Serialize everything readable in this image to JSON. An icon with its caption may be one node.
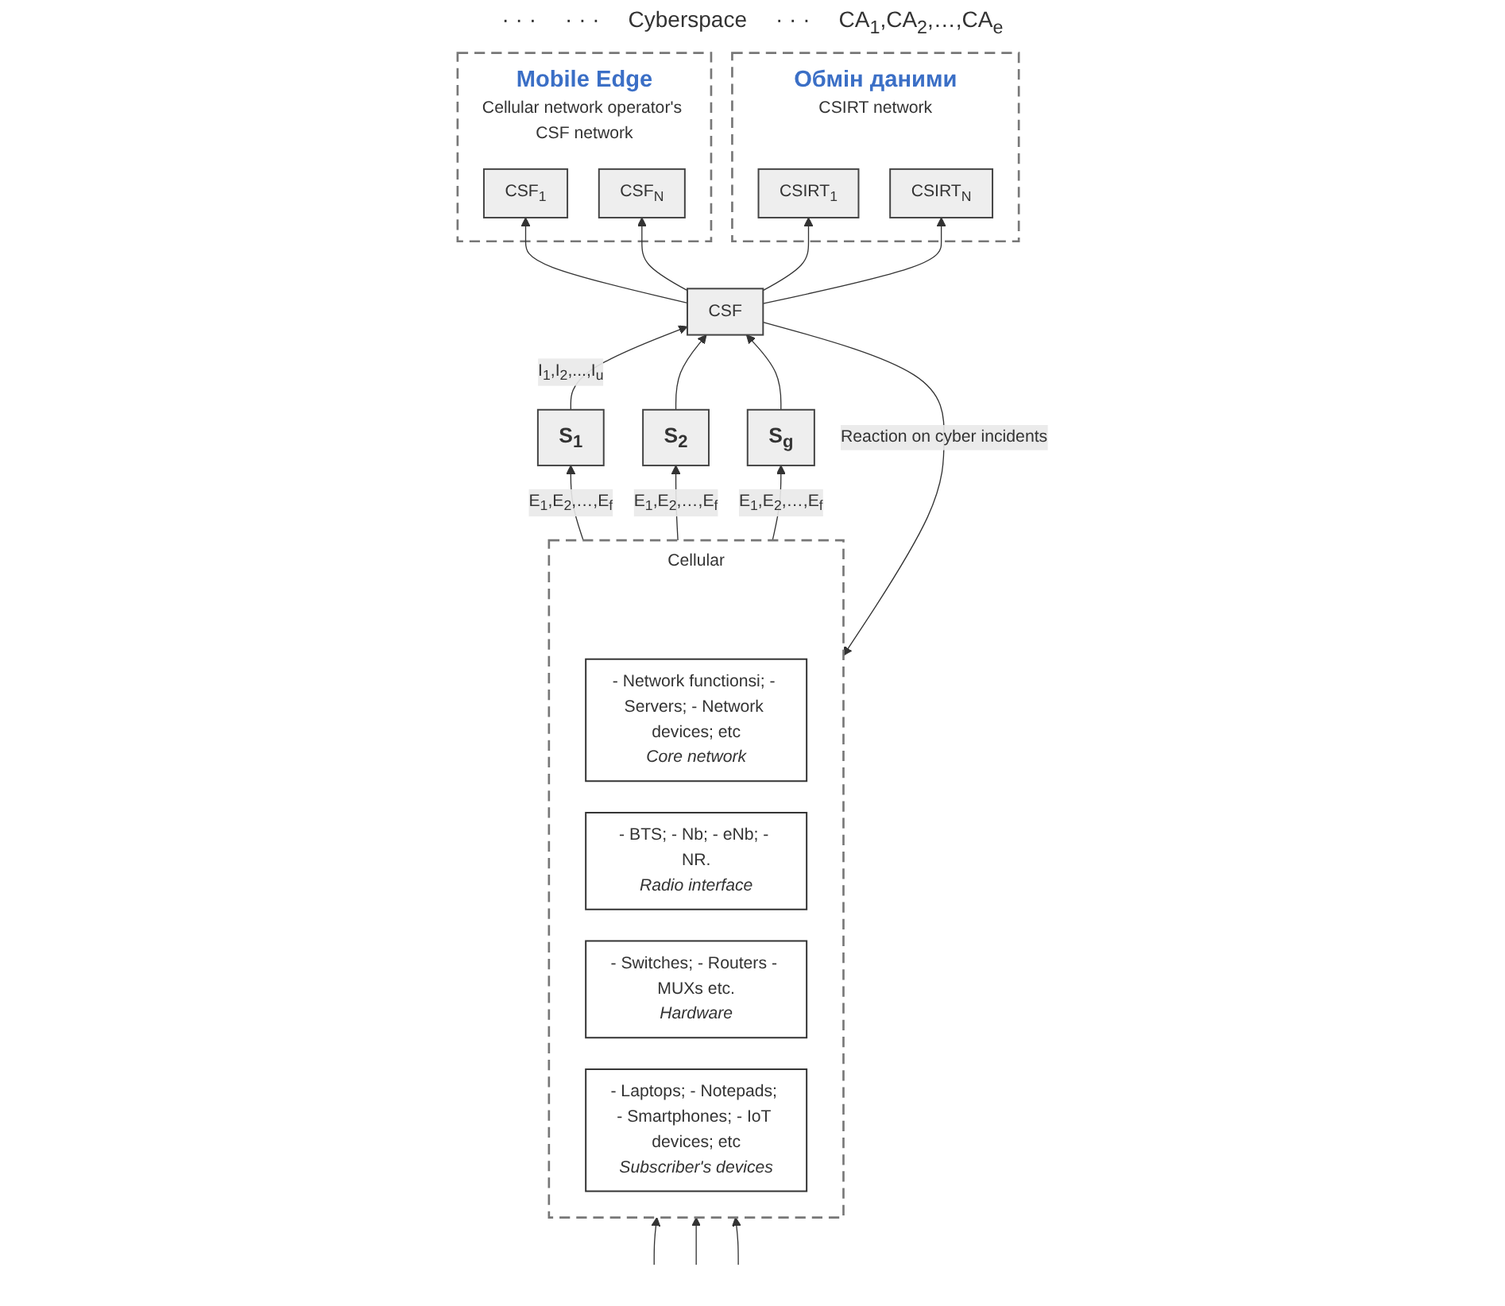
{
  "diagram": {
    "nodes": [
      {
        "text": [
          "Обмін даними",
          "CSIRT network"
        ]
      },
      {
        "text": [
          "CSIRT$_{1}$"
        ],
        "in": 0
      },
      {
        "text": [
          "CSIRT$_{N}$"
        ],
        "in": 0
      },
      {
        "text": [
          "Mobile Edge",
          "Cellular network operator's CSF network"
        ]
      },
      {
        "text": [
          "CSF$_{1}$"
        ],
        "in": 3
      },
      {
        "text": [
          "CSF$_{N}$"
        ],
        "in": 3
      },
      {
        "text": [
          "CSF"
        ]
      },
      {
        "text": [
          "S$_{1}$"
        ]
      },
      {
        "text": [
          "S$_{2}$"
        ]
      },
      {
        "text": [
          "S$_{g}$"
        ]
      },
      {
        "text": [
          "Cellular"
        ]
      },
      {
        "text": [
          "- Network functionsi; - Servers; - Network devices; etc",
          "Core network"
        ],
        "in": 10
      },
      {
        "text": [
          "- BTS; - Nb; - eNb; - NR.",
          "Radio interface"
        ],
        "in": 10
      },
      {
        "text": [
          "- Switches; - Routers - MUXs etc.",
          "Hardware"
        ],
        "in": 10
      },
      {
        "text": [
          "- Laptops; - Notepads; - Smartphones; - IoT devices; etc",
          "Subscriber's devices"
        ],
        "in": 10
      }
    ],
    "edges": [
      {
        "from": 6,
        "to": 1,
        "arrow": "to"
      },
      {
        "from": 6,
        "to": 2,
        "arrow": "to"
      },
      {
        "from": 6,
        "to": 4,
        "arrow": "to"
      },
      {
        "from": 6,
        "to": 5,
        "arrow": "to"
      },
      {
        "from": 7,
        "to": 6,
        "arrow": "to",
        "label": "I$_{1}$,I$_{2}$,...,I$_{u}$"
      },
      {
        "from": 8,
        "to": 6,
        "arrow": "to"
      },
      {
        "from": 9,
        "to": 6,
        "arrow": "to"
      },
      {
        "from": 10,
        "to": 7,
        "arrow": "to",
        "label": "E$_{1}$,E$_{2}$,…,E$_{f}$"
      },
      {
        "from": 10,
        "to": 8,
        "arrow": "to",
        "label": "E$_{1}$,E$_{2}$,…,E$_{f}$"
      },
      {
        "from": 10,
        "to": 9,
        "arrow": "to",
        "label": "E$_{1}$,E$_{2}$,…,E$_{f}$"
      },
      {
        "from": 6,
        "to": 10,
        "arrow": "to",
        "label": "Reaction on cyber incidents"
      },
      {
        "from": null,
        "to": 10,
        "arrow": "to"
      },
      {
        "from": null,
        "to": 10,
        "arrow": "to"
      },
      {
        "from": null,
        "to": 10,
        "arrow": "to"
      }
    ],
    "labels": [
      "· · ·",
      "· · ·",
      "Cyberspace",
      "· · ·",
      "CA$_{1}$,CA$_{2}$,…,CA$_{e}$"
    ]
  }
}
